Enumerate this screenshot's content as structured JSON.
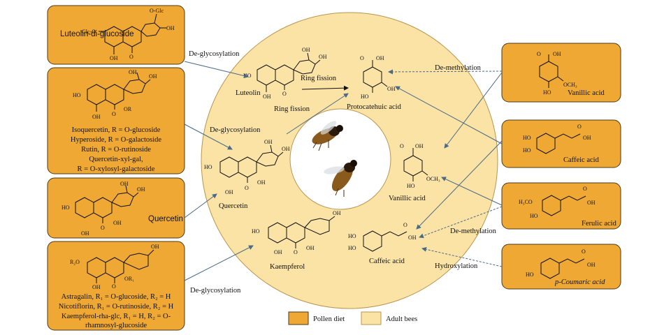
{
  "pollen_boxes": {
    "luteolin_glucoside": {
      "title": "Luteolin-di-glucoside",
      "sub1": "O-Glc",
      "sub2": "Glc-O",
      "oh1": "OH",
      "oh2": "OH",
      "o": "O"
    },
    "quercetin_glycosides": {
      "oh1": "OH",
      "oh2": "OH",
      "ho": "HO",
      "or": "OR",
      "oh3": "OH",
      "o": "O",
      "lines": [
        "Isoquercetin, R = O-glucoside",
        "Hyperoside, R = O-galactoside",
        "Rutin, R = O-rutinoside",
        "Quercetin-xyl-gal,",
        "R = O-xylosyl-galactoside"
      ]
    },
    "quercetin": {
      "title": "Quercetin",
      "oh1": "OH",
      "oh2": "OH",
      "ho": "HO",
      "oh3": "OH",
      "oh4": "OH",
      "o": "O"
    },
    "kaempferol_glycosides": {
      "oh1": "OH",
      "r2o": "R₂O",
      "or1": "OR₁",
      "oh2": "OH",
      "o": "O",
      "lines": [
        "Astragalin, R₁ = O-glucoside, R₂ = H",
        "Nicotiflorin, R₁ = O-rutinoside, R₂ = H",
        "Kaempferol-rha-glc, R₁ = H, R₂ = O-",
        "rhamnosyl-glucoside"
      ]
    },
    "vanillic": {
      "title": "Vanillic acid",
      "oh": "OH",
      "och3": "OCH₃",
      "ho": "HO",
      "o": "O"
    },
    "caffeic": {
      "title": "Caffeic acid",
      "ho1": "HO",
      "ho2": "HO",
      "oh": "OH",
      "o": "O"
    },
    "ferulic": {
      "title": "Ferulic acid",
      "h3co": "H₃CO",
      "ho": "HO",
      "oh": "OH",
      "o": "O"
    },
    "coumaric": {
      "title": "p-Coumaric acid",
      "ho": "HO",
      "oh": "OH",
      "o": "O"
    }
  },
  "bee_compounds": {
    "luteolin": {
      "name": "Luteolin",
      "ho": "HO",
      "oh1": "OH",
      "oh2": "OH",
      "oh3": "OH",
      "o": "O"
    },
    "protocatechuic": {
      "name": "Protocatehuic acid",
      "ho": "HO",
      "oh1": "OH",
      "oh2": "OH",
      "o": "O"
    },
    "quercetin": {
      "name": "Quercetin",
      "ho": "HO",
      "oh1": "OH",
      "oh2": "OH",
      "oh3": "OH",
      "oh4": "OH",
      "o": "O"
    },
    "kaempferol": {
      "name": "Kaempferol",
      "ho": "HO",
      "oh1": "OH",
      "oh2": "OH",
      "oh3": "OH",
      "o": "O"
    },
    "vanillic": {
      "name": "Vanillic acid",
      "ho": "HO",
      "oh": "OH",
      "och3": "OCH₃",
      "o": "O"
    },
    "caffeic": {
      "name": "Caffeic acid",
      "ho1": "HO",
      "ho2": "HO",
      "oh": "OH",
      "o": "O"
    }
  },
  "reactions": {
    "deglyc1": "De-glycosylation",
    "deglyc2": "De-glycosylation",
    "deglyc3": "De-glycosylation",
    "ring1": "Ring fission",
    "ring2": "Ring fission",
    "demeth1": "De-methylation",
    "demeth2": "De-methylation",
    "hydrox": "Hydroxylation"
  },
  "legend": {
    "pollen": "Pollen diet",
    "adult": "Adult bees",
    "pollen_color": "#eea833",
    "adult_color": "#fbe3a6"
  }
}
